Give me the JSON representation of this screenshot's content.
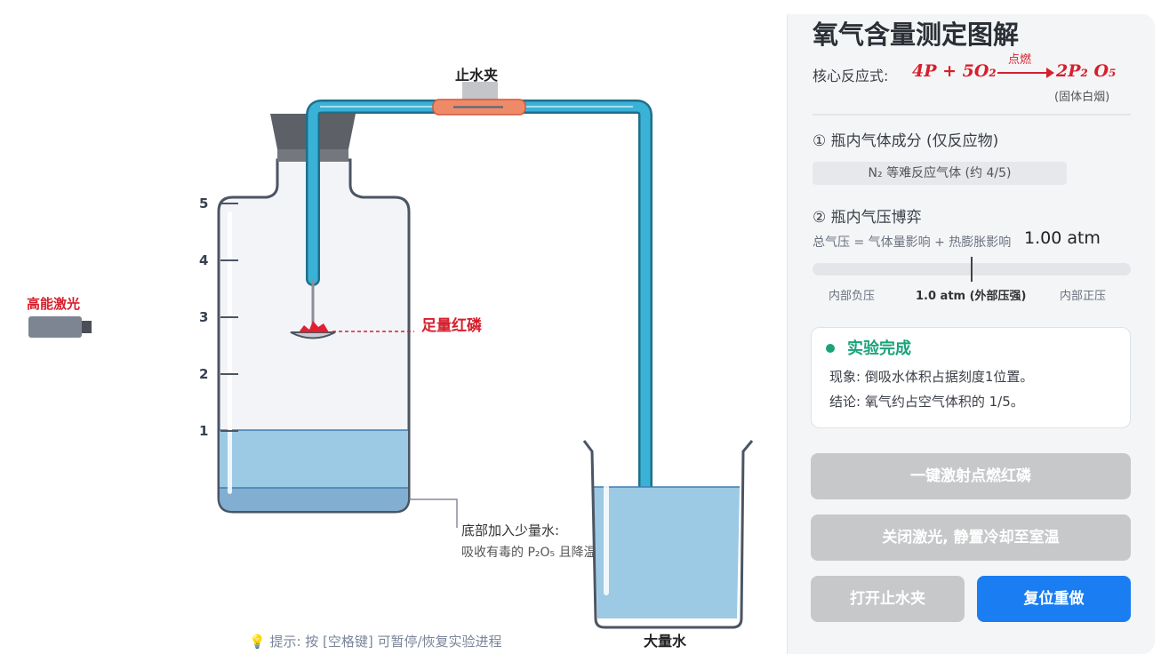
{
  "scene": {
    "laser_label": "高能激光",
    "clamp_label": "止水夹",
    "phosphorus_label": "足量红磷",
    "scale_marks": [
      "5",
      "4",
      "3",
      "2",
      "1"
    ],
    "bottom_note_line1": "底部加入少量水:",
    "bottom_note_line2": "吸收有毒的 P₂O₅ 且降温",
    "beaker_label": "大量水",
    "hint": "💡 提示: 按 [空格键] 可暂停/恢复实验进程",
    "colors": {
      "water": "#9cc9e4",
      "tube": "#39b2d6",
      "phosphorus": "#e02030",
      "stopper": "#5d6066"
    }
  },
  "panel": {
    "title": "氧气含量测定图解",
    "equation": {
      "label": "核心反应式:",
      "left": "4P + 5O₂",
      "condition": "点燃",
      "right": "2P₂ O₅",
      "note": "(固体白烟)"
    },
    "section1": {
      "heading": "① 瓶内气体成分 (仅反应物)",
      "chip": "N₂ 等难反应气体 (约 4/5)"
    },
    "section2": {
      "heading": "② 瓶内气压博弈",
      "formula": "总气压 = 气体量影响 + 热膨胀影响",
      "pressure_value": "1.00 atm",
      "tick_left": "内部负压",
      "tick_mid": "1.0 atm (外部压强)",
      "tick_right": "内部正压"
    },
    "result": {
      "title": "实验完成",
      "line1": "现象: 倒吸水体积占据刻度1位置。",
      "line2": "结论: 氧气约占空气体积的 1/5。"
    },
    "buttons": {
      "ignite": "一键激射点燃红磷",
      "cool": "关闭激光, 静置冷却至室温",
      "open_clamp": "打开止水夹",
      "reset": "复位重做"
    },
    "colors": {
      "accent_blue": "#1a7df2",
      "success_green": "#1aa37a",
      "disabled_gray": "#c7c8ca"
    }
  }
}
